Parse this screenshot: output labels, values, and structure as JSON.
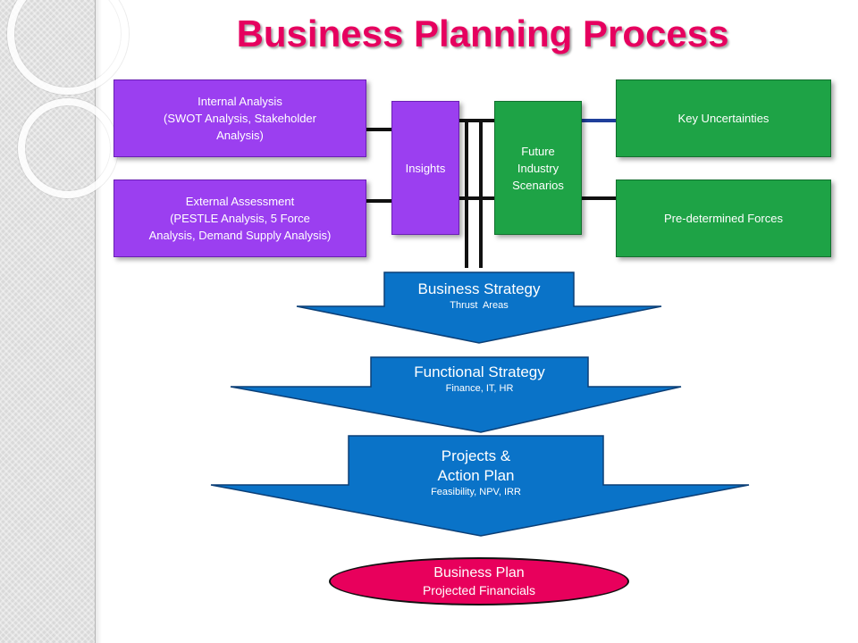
{
  "title": "Business Planning Process",
  "boxes": {
    "internal": "Internal Analysis\n(SWOT Analysis, Stakeholder\nAnalysis)",
    "external": "External Assessment\n(PESTLE Analysis,  5 Force\nAnalysis, Demand Supply Analysis)",
    "insights": "Insights",
    "future": "Future\nIndustry\nScenarios",
    "key_uncertainties": "Key Uncertainties",
    "predetermined": "Pre-determined Forces"
  },
  "arrows": {
    "business_strategy": {
      "title": "Business Strategy",
      "sub": "Thrust  Areas"
    },
    "functional_strategy": {
      "title": "Functional Strategy",
      "sub": "Finance, IT, HR"
    },
    "projects": {
      "title": "Projects &\nAction Plan",
      "sub": "Feasibility, NPV, IRR"
    }
  },
  "business_plan": {
    "title": "Business Plan",
    "sub": "Projected Financials"
  },
  "colors": {
    "title": "#e6005f",
    "purple": "#9b3ff0",
    "green": "#1ea346",
    "arrow_blue": "#0a73c8",
    "plan_pink": "#e8005c"
  }
}
